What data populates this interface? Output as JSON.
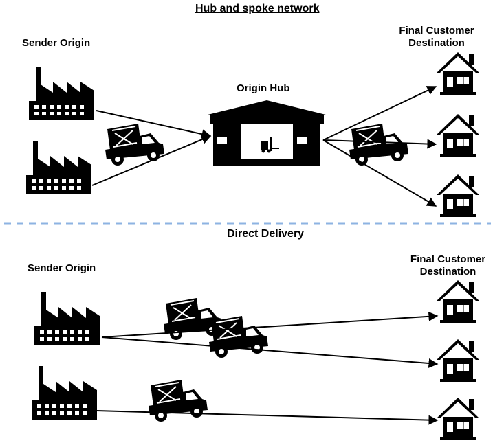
{
  "hub_section": {
    "title": "Hub and spoke network",
    "sender_label": "Sender Origin",
    "destination_label_line1": "Final Customer",
    "destination_label_line2": "Destination",
    "hub_label": "Origin Hub"
  },
  "direct_section": {
    "title": "Direct Delivery",
    "sender_label": "Sender Origin",
    "destination_label_line1": "Final Customer",
    "destination_label_line2": "Destination"
  },
  "icons": [
    "factory-icon",
    "truck-icon",
    "warehouse-icon",
    "forklift-icon",
    "house-icon"
  ],
  "colors": {
    "ink": "#000000",
    "divider": "#8db3e2",
    "background": "#ffffff"
  }
}
